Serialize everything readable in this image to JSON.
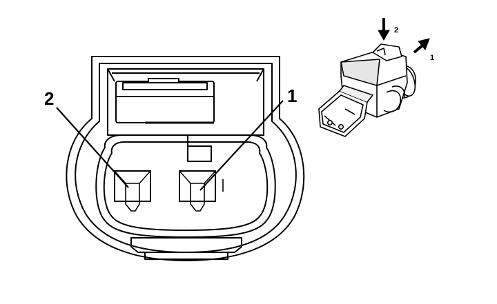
{
  "front_view": {
    "pin_labels": {
      "left": "2",
      "right": "1"
    }
  },
  "iso_view": {
    "arrow_labels": {
      "down": "2",
      "diagonal": "1"
    }
  },
  "colors": {
    "line": "#000000",
    "shade": "#cfcfcf",
    "background": "#ffffff"
  }
}
